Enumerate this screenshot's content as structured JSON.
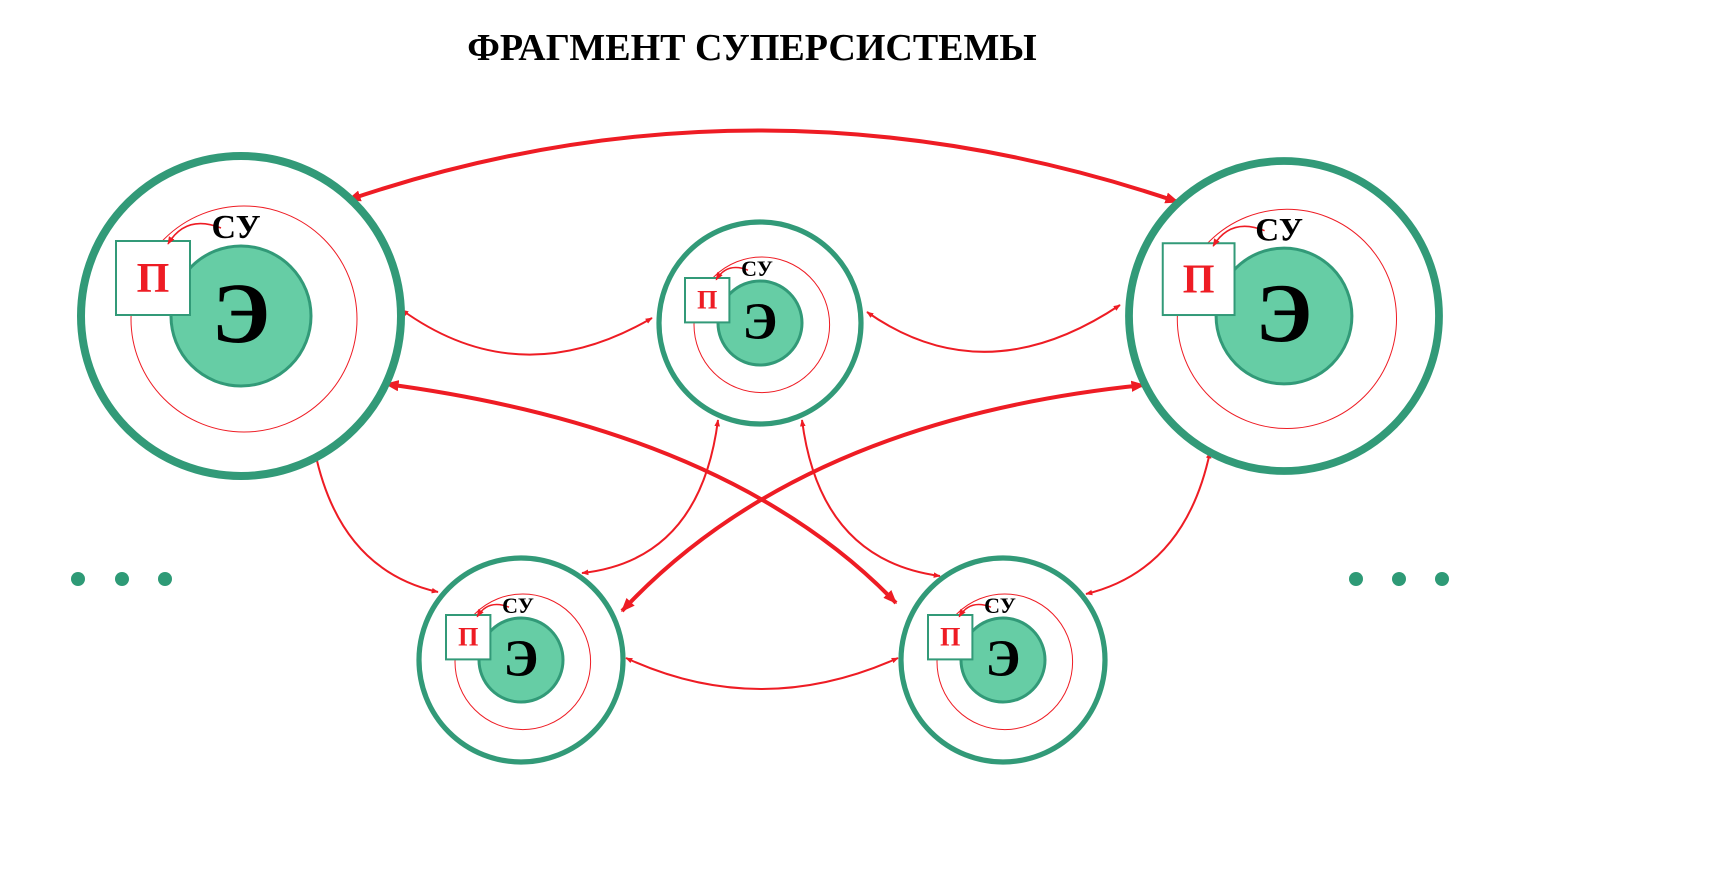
{
  "title": "ФРАГМЕНТ СУПЕРСИСТЕМЫ",
  "colors": {
    "green_ring": "#329a78",
    "core_fill": "#66cda5",
    "arrow_red": "#ee1c24",
    "text_black": "#000000",
    "dots": "#2e9a76"
  },
  "nodes": [
    {
      "id": "system-top-left",
      "su_label": "СУ",
      "p_label": "П",
      "e_label": "Э"
    },
    {
      "id": "system-top-center",
      "su_label": "СУ",
      "p_label": "П",
      "e_label": "Э"
    },
    {
      "id": "system-top-right",
      "su_label": "СУ",
      "p_label": "П",
      "e_label": "Э"
    },
    {
      "id": "system-bottom-left",
      "su_label": "СУ",
      "p_label": "П",
      "e_label": "Э"
    },
    {
      "id": "system-bottom-right",
      "su_label": "СУ",
      "p_label": "П",
      "e_label": "Э"
    }
  ],
  "connections": [
    {
      "from": "system-top-left",
      "to": "system-top-right",
      "style": "thick"
    },
    {
      "from": "system-top-left",
      "to": "system-top-center",
      "style": "thin"
    },
    {
      "from": "system-top-center",
      "to": "system-top-right",
      "style": "thin"
    },
    {
      "from": "system-top-left",
      "to": "system-bottom-left",
      "style": "thin"
    },
    {
      "from": "system-top-center",
      "to": "system-bottom-left",
      "style": "thin"
    },
    {
      "from": "system-top-center",
      "to": "system-bottom-right",
      "style": "thin"
    },
    {
      "from": "system-top-right",
      "to": "system-bottom-right",
      "style": "thin"
    },
    {
      "from": "system-bottom-left",
      "to": "system-bottom-right",
      "style": "thin"
    },
    {
      "from": "system-top-left",
      "to": "system-bottom-right",
      "style": "thick"
    },
    {
      "from": "system-top-right",
      "to": "system-bottom-left",
      "style": "thick"
    }
  ],
  "ellipsis": {
    "left_icon": "ellipsis-dots",
    "right_icon": "ellipsis-dots"
  }
}
